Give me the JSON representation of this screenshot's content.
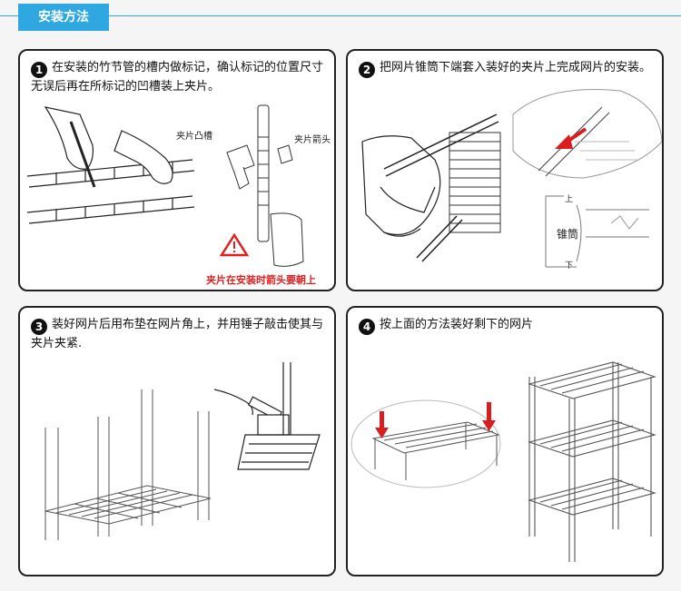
{
  "header": {
    "title": "安装方法"
  },
  "steps": [
    {
      "number": "1",
      "text": "在安装的竹节管的槽内做标记，确认标记的位置尺寸无误后再在所标记的凹槽装上夹片。"
    },
    {
      "number": "2",
      "text": "把网片锥筒下端套入装好的夹片上完成网片的安装。"
    },
    {
      "number": "3",
      "text": "装好网片后用布垫在网片角上，并用锤子敲击使其与夹片夹紧."
    },
    {
      "number": "4",
      "text": "按上面的方法装好剩下的网片"
    }
  ],
  "labels": {
    "clip_groove": "夹片凸槽",
    "clip_arrow": "夹片箭头",
    "warning": "夹片在安装时箭头要朝上",
    "cone": "锥筒",
    "up": "上",
    "down": "下"
  },
  "colors": {
    "accent": "#2fa7e0",
    "warning": "#e02020",
    "arrow": "#d81e1e"
  },
  "icons": [
    "warning-triangle-icon",
    "red-down-arrow-icon"
  ]
}
